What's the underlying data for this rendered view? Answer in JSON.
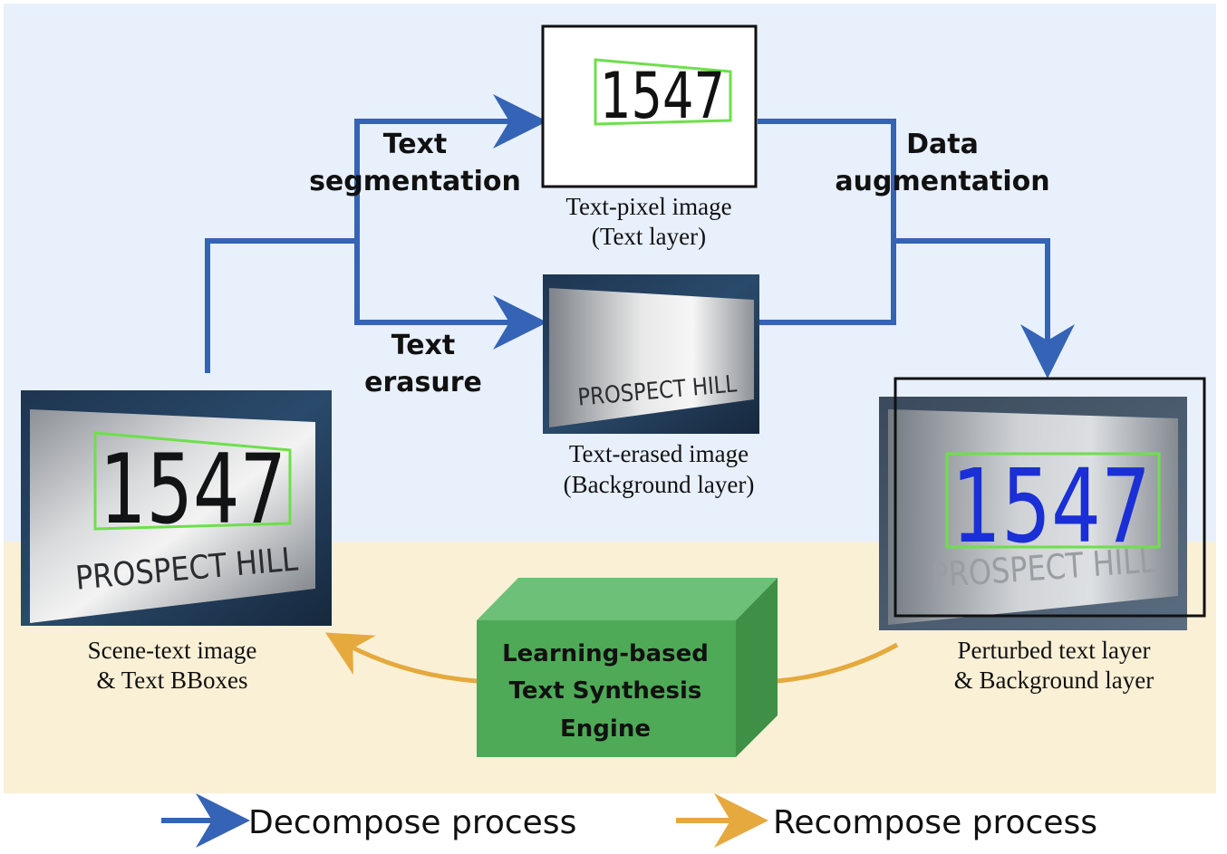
{
  "colors": {
    "top_panel": "#e8f0fc",
    "bottom_panel": "#faf0d6",
    "decompose_arrow": "#3563b5",
    "recompose_arrow": "#e5a93d",
    "engine_front": "#4faa58",
    "engine_top": "#6cc078",
    "engine_side": "#3f8f47",
    "bbox_green": "#6de04a",
    "perturbed_text": "#1a2fd6"
  },
  "labels": {
    "text_segmentation_1": "Text",
    "text_segmentation_2": "segmentation",
    "text_erasure_1": "Text",
    "text_erasure_2": "erasure",
    "data_augmentation_1": "Data",
    "data_augmentation_2": "augmentation"
  },
  "images": {
    "text_pixel": {
      "digits": "1547",
      "caption_1": "Text-pixel image",
      "caption_2": "(Text layer)"
    },
    "text_erased": {
      "sign_text": "PROSPECT HILL",
      "caption_1": "Text-erased image",
      "caption_2": "(Background layer)"
    },
    "scene_text": {
      "digits": "1547",
      "sign_text": "PROSPECT HILL",
      "caption_1": "Scene-text image",
      "caption_2": "& Text BBoxes"
    },
    "perturbed": {
      "digits": "1547",
      "sign_text": "PROSPECT HILL",
      "caption_1": "Perturbed text layer",
      "caption_2": "& Background layer"
    }
  },
  "engine": {
    "line_1": "Learning-based",
    "line_2": "Text Synthesis",
    "line_3": "Engine"
  },
  "legend": {
    "decompose": "Decompose process",
    "recompose": "Recompose process"
  }
}
